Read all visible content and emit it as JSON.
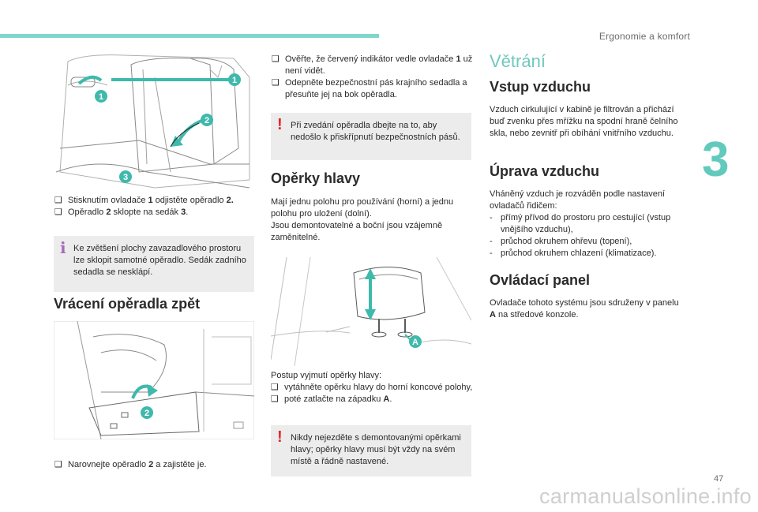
{
  "header": {
    "section_title": "Ergonomie a komfort",
    "chapter_number": "3",
    "page_number": "47",
    "watermark": "carmanualsonline.info"
  },
  "left": {
    "figure1": {
      "callouts": [
        "1",
        "1",
        "2",
        "3"
      ]
    },
    "steps1": [
      {
        "marker": "❑",
        "parts": [
          "Stisknutím ovladače ",
          "1",
          " odjistěte opěradlo ",
          "2.",
          ""
        ]
      },
      {
        "marker": "❑",
        "parts": [
          "Opěradlo ",
          "2",
          " sklopte na sedák ",
          "3",
          "."
        ]
      }
    ],
    "info_note": "Ke zvětšení plochy zavazadlového prostoru lze sklopit samotné opěradlo. Sedák zadního sedadla se nesklápí.",
    "heading": "Vrácení opěradla zpět",
    "figure2": {
      "callout": "2"
    },
    "step2": {
      "marker": "❑",
      "parts": [
        "Narovnejte opěradlo ",
        "2",
        " a zajistěte je."
      ]
    }
  },
  "middle": {
    "steps": [
      {
        "marker": "❑",
        "parts": [
          "Ověřte, že červený indikátor vedle ovladače ",
          "1",
          " už není vidět."
        ]
      },
      {
        "marker": "❑",
        "parts": [
          "Odepněte bezpečnostní pás krajního sedadla a přesuňte jej na bok opěradla.",
          "",
          ""
        ]
      }
    ],
    "warning1": "Při zvedání opěradla dbejte na to, aby nedošlo k přiskřípnutí bezpečnostních pásů.",
    "heading": "Opěrky hlavy",
    "para": [
      "Mají jednu polohu pro používání (horní) a jednu polohu pro uložení (dolní).",
      "Jsou demontovatelné a boční jsou vzájemně zaměnitelné."
    ],
    "figure": {
      "callout": "A"
    },
    "procedure_title": "Postup vyjmutí opěrky hlavy:",
    "procedure": [
      {
        "marker": "❑",
        "parts": [
          "vytáhněte opěrku hlavy do horní koncové polohy,",
          ""
        ]
      },
      {
        "marker": "❑",
        "parts": [
          "poté zatlačte na západku ",
          "A",
          "."
        ]
      }
    ],
    "warning2": "Nikdy nejezděte s demontovanými opěrkami hlavy; opěrky hlavy musí být vždy na svém místě a řádně nastavené."
  },
  "right": {
    "section": "Větrání",
    "h1": "Vstup vzduchu",
    "p1": "Vzduch cirkulující v kabině je filtrován a přichází buď zvenku přes mřížku na spodní hraně čelního skla, nebo zevnitř při obíhání vnitřního vzduchu.",
    "h2": "Úprava vzduchu",
    "p2": "Vháněný vzduch je rozváděn podle nastavení ovladačů řidičem:",
    "list": [
      "přímý přívod do prostoru pro cestující (vstup vnějšího vzduchu),",
      "průchod okruhem ohřevu (topení),",
      "průchod okruhem chlazení (klimatizace)."
    ],
    "h3": "Ovládací panel",
    "p3_parts": [
      "Ovladače tohoto systému jsou sdruženy v panelu ",
      "A",
      " na středové konzole."
    ]
  },
  "colors": {
    "accent": "#62c9bd",
    "warning": "#e2262c",
    "info": "#a86bb8",
    "note_bg": "#ececec"
  }
}
